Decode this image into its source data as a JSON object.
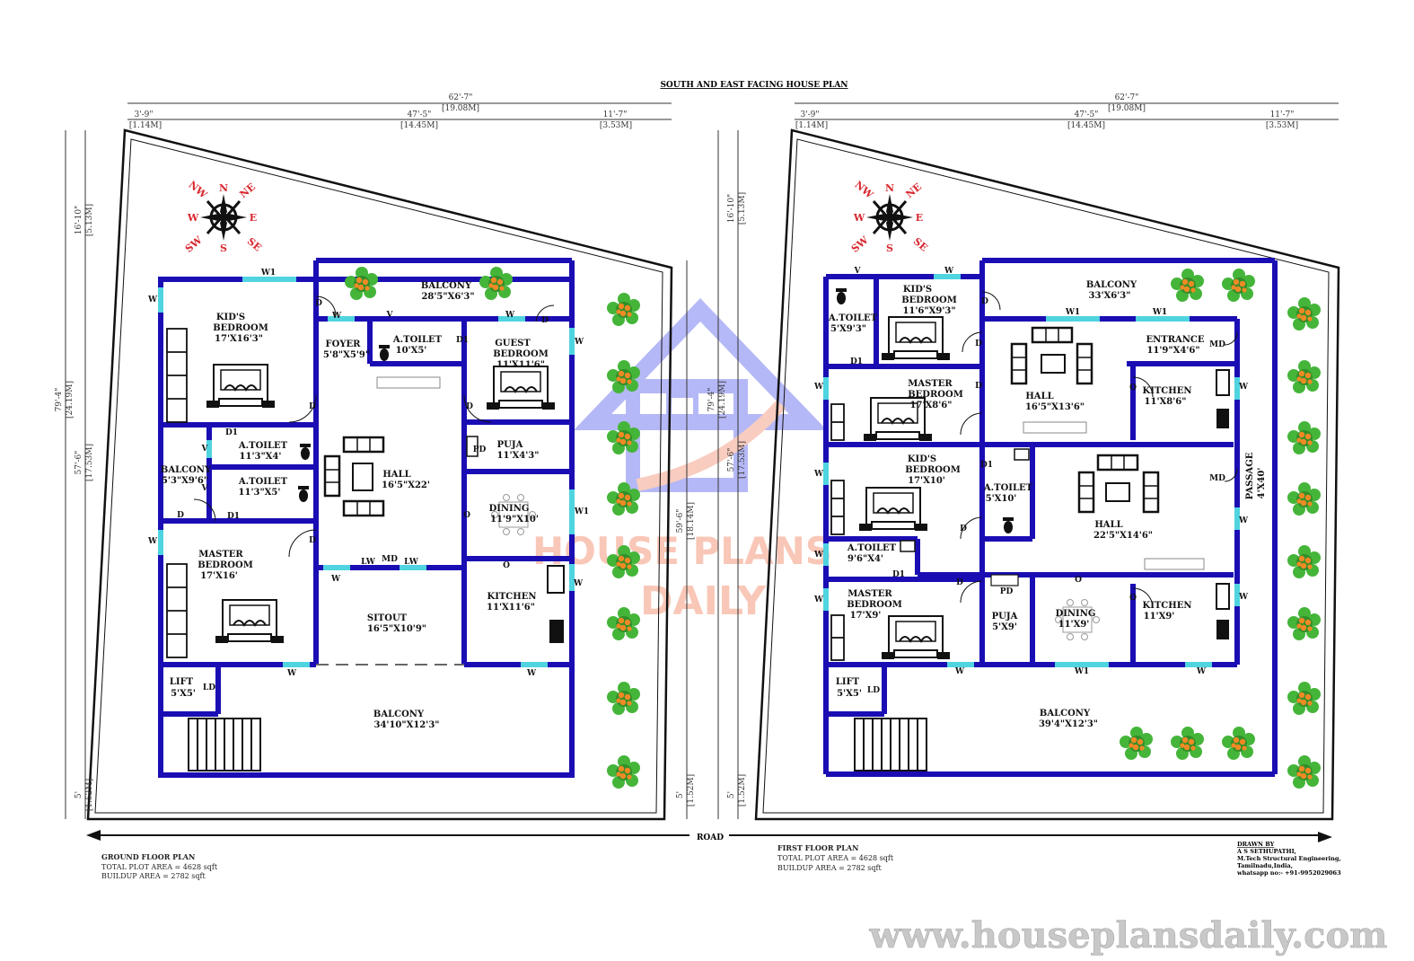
{
  "title": "SOUTH AND EAST FACING HOUSE PLAN",
  "road_label": "ROAD",
  "website": "www.houseplansdaily.com",
  "watermark": {
    "line1": "HOUSE PLANS",
    "line2": "DAILY"
  },
  "colors": {
    "wall": "#1a0db3",
    "window": "#4fd4e0",
    "plant_leaf": "#45b53a",
    "plant_flower": "#f08a24",
    "compass": "#d8272f",
    "watermark_blue": "#3b3fcf",
    "watermark_orange": "#f06a4a"
  },
  "compass": {
    "n": "N",
    "ne": "NE",
    "e": "E",
    "se": "SE",
    "s": "S",
    "sw": "SW",
    "w": "W",
    "nw": "NW"
  },
  "dims": {
    "overall": "62'-7\"",
    "overall_m": "[19.08M]",
    "left_seg": "3'-9\"",
    "left_seg_m": "[1.14M]",
    "mid_seg": "47'-5\"",
    "mid_seg_m": "[14.45M]",
    "right_seg": "11'-7\"",
    "right_seg_m": "[3.53M]",
    "v_total": "79'-4\"",
    "v_total_m": "[24.19M]",
    "v_top": "16'-10\"",
    "v_top_m": "[5.13M]",
    "v_mid": "57'-6\"",
    "v_mid_m": "[17.53M]",
    "v_bot": "5'",
    "v_bot_m": "[1.52M]",
    "v_right": "59'-6\"",
    "v_right_m": "[18.14M]"
  },
  "ground": {
    "caption": "GROUND FLOOR PLAN",
    "plot_area": "TOTAL PLOT AREA = 4628 sqft",
    "buildup_area": "BUILDUP AREA = 2782 sqft",
    "rooms": [
      {
        "name": "KID'S",
        "name2": "BEDROOM",
        "size": "17'X16'3\""
      },
      {
        "name": "BALCONY",
        "size": "28'5\"X6'3\""
      },
      {
        "name": "FOYER",
        "size": "5'8\"X5'9\""
      },
      {
        "name": "A.TOILET",
        "size": "10'X5'"
      },
      {
        "name": "GUEST",
        "name2": "BEDROOM",
        "size": "11'X11'6\""
      },
      {
        "name": "A.TOILET",
        "size": "11'3\"X4'"
      },
      {
        "name": "A.TOILET",
        "size": "11'3\"X5'"
      },
      {
        "name": "BALCONY",
        "size": "5'3\"X9'6\""
      },
      {
        "name": "HALL",
        "size": "16'5\"X22'"
      },
      {
        "name": "PUJA",
        "size": "11'X4'3\""
      },
      {
        "name": "DINING",
        "size": "11'9\"X10'"
      },
      {
        "name": "MASTER",
        "name2": "BEDROOM",
        "size": "17'X16'"
      },
      {
        "name": "SITOUT",
        "size": "16'5\"X10'9\""
      },
      {
        "name": "KITCHEN",
        "size": "11'X11'6\""
      },
      {
        "name": "LIFT",
        "size": "5'X5'"
      },
      {
        "name": "BALCONY",
        "size": "34'10\"X12'3\""
      }
    ]
  },
  "first": {
    "caption": "FIRST FLOOR PLAN",
    "plot_area": "TOTAL PLOT AREA = 4628 sqft",
    "buildup_area": "BUILDUP AREA = 2782 sqft",
    "rooms": [
      {
        "name": "A.TOILET",
        "size": "5'X9'3\""
      },
      {
        "name": "KID'S",
        "name2": "BEDROOM",
        "size": "11'6\"X9'3\""
      },
      {
        "name": "BALCONY",
        "size": "33'X6'3\""
      },
      {
        "name": "ENTRANCE",
        "size": "11'9\"X4'6\""
      },
      {
        "name": "MASTER",
        "name2": "BEDROOM",
        "size": "17'X8'6\""
      },
      {
        "name": "HALL",
        "size": "16'5\"X13'6\""
      },
      {
        "name": "KITCHEN",
        "size": "11'X8'6\""
      },
      {
        "name": "KID'S",
        "name2": "BEDROOM",
        "size": "17'X10'"
      },
      {
        "name": "A.TOILET",
        "size": "5'X10'"
      },
      {
        "name": "HALL",
        "size": "22'5\"X14'6\""
      },
      {
        "name": "PASSAGE",
        "size": "4'X40'"
      },
      {
        "name": "A.TOILET",
        "size": "9'6\"X4'"
      },
      {
        "name": "MASTER",
        "name2": "BEDROOM",
        "size": "17'X9'"
      },
      {
        "name": "PUJA",
        "size": "5'X9'"
      },
      {
        "name": "DINING",
        "size": "11'X9'"
      },
      {
        "name": "KITCHEN",
        "size": "11'X9'"
      },
      {
        "name": "LIFT",
        "size": "5'X5'"
      },
      {
        "name": "BALCONY",
        "size": "39'4\"X12'3\""
      }
    ]
  },
  "marks": {
    "w": "W",
    "w1": "W1",
    "d": "D",
    "d1": "D1",
    "v": "V",
    "o": "O",
    "lw": "LW",
    "md": "MD",
    "pd": "PD",
    "ld": "LD"
  },
  "credit": {
    "drawn_by": "DRAWN BY",
    "name": "A S SETHUPATHI,",
    "degree": "M.Tech Structural Engineering,",
    "place": "Tamilnadu,India,",
    "phone": "whatsapp no:- +91-9952029063"
  }
}
